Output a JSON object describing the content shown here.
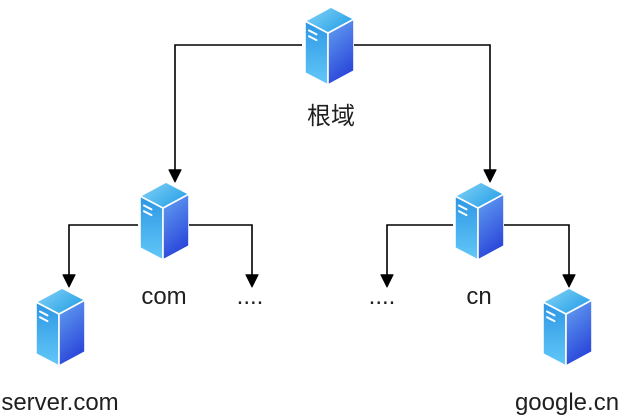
{
  "diagram": {
    "background_color": "#ffffff",
    "connector_color": "#000000",
    "text_color": "#1f1f1f",
    "server_icon_colors": {
      "top_face_start": "#87d6f8",
      "top_face_end": "#28a0e6",
      "side_face_start": "#2d96e4",
      "side_face_end": "#62c8f8",
      "front_face_start": "#66a4f2",
      "front_face_end": "#2a46da",
      "edge_highlight": "#ffffff"
    },
    "nodes": {
      "root": {
        "label": "根域"
      },
      "com": {
        "label": "com"
      },
      "com_others": {
        "label": "...."
      },
      "cn_others": {
        "label": "...."
      },
      "cn": {
        "label": "cn"
      },
      "server_com": {
        "label": "server.com"
      },
      "google_cn": {
        "label": "google.cn"
      }
    }
  }
}
